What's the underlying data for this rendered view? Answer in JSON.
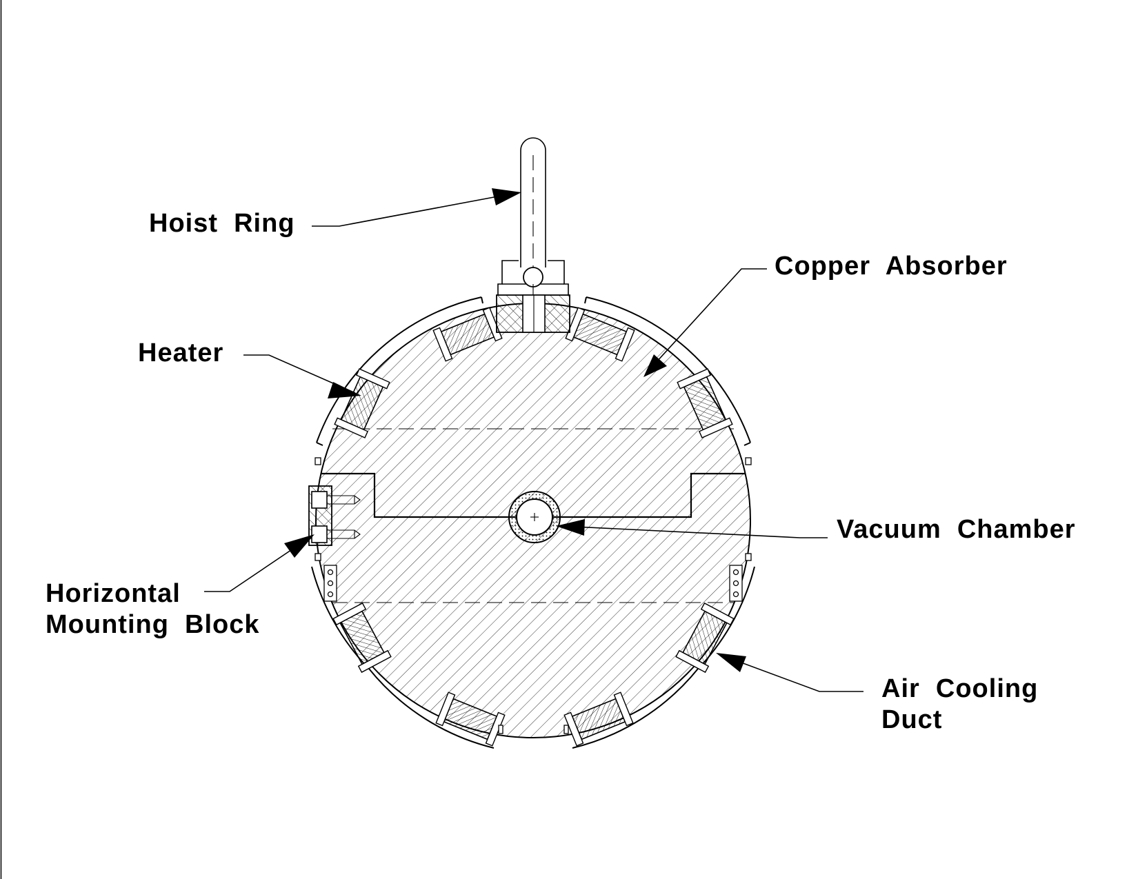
{
  "labels": {
    "hoist_ring": "Hoist  Ring",
    "copper_absorber": "Copper  Absorber",
    "heater": "Heater",
    "vacuum_chamber": "Vacuum  Chamber",
    "horizontal_mounting_block_line1": "Horizontal",
    "horizontal_mounting_block_line2": "Mounting  Block",
    "air_cooling_duct_line1": "Air  Cooling",
    "air_cooling_duct_line2": "Duct"
  },
  "colors": {
    "ink": "#000000",
    "background": "#ffffff"
  }
}
